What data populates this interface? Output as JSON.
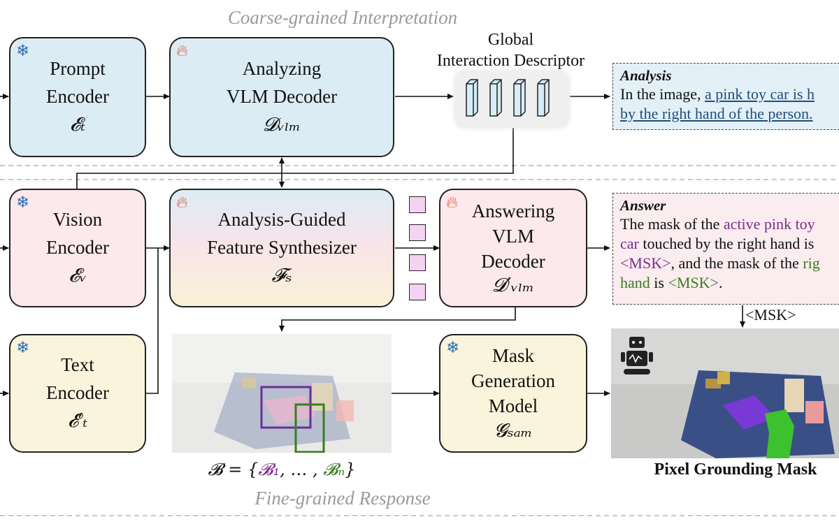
{
  "sections": {
    "coarse_title": "Coarse-grained Interpretation",
    "fine_title": "Fine-grained Response"
  },
  "modules": {
    "prompt_encoder": {
      "lines": [
        "Prompt",
        "Encoder"
      ],
      "symbol": "𝓔ₜ",
      "state": "frozen",
      "icon": "snowflake-icon"
    },
    "analyzing_decoder": {
      "lines": [
        "Analyzing",
        "VLM Decoder"
      ],
      "symbol": "𝓓ᵥₗₘ",
      "state": "trainable",
      "icon": "fire-icon"
    },
    "vision_encoder": {
      "lines": [
        "Vision",
        "Encoder"
      ],
      "symbol": "𝓔ᵥ",
      "state": "frozen",
      "icon": "snowflake-icon"
    },
    "feature_synth": {
      "lines": [
        "Analysis-Guided",
        "Feature Synthesizer"
      ],
      "symbol": "𝓕ₛ",
      "state": "trainable",
      "icon": "fire-icon"
    },
    "answering_decoder": {
      "lines": [
        "Answering",
        "VLM",
        "Decoder"
      ],
      "symbol": "𝓓′ᵥₗₘ",
      "state": "trainable",
      "icon": "fire-icon"
    },
    "text_encoder": {
      "lines": [
        "Text",
        "Encoder"
      ],
      "symbol": "𝓔′ₜ",
      "state": "frozen",
      "icon": "snowflake-icon"
    },
    "mask_model": {
      "lines": [
        "Mask",
        "Generation",
        "Model"
      ],
      "symbol": "𝓖ₛₐₘ",
      "state": "frozen",
      "icon": "snowflake-icon"
    }
  },
  "descriptor": {
    "lines": [
      "Global",
      "Interaction Descriptor"
    ]
  },
  "analysis": {
    "heading": "Analysis",
    "prefix": "In the image, ",
    "highlight_1": "a pink toy car is h",
    "highlight_2": "by the right hand of the person."
  },
  "answer": {
    "heading": "Answer",
    "l1_a": "The mask of the ",
    "l1_b": "active pink toy",
    "l2_a": "car",
    "l2_b": " touched by the right hand is",
    "l3_a": "<MSK>",
    "l3_b": ", and the mask of the ",
    "l3_c": "rig",
    "l4_a": "hand",
    "l4_b": " is ",
    "l4_c": "<MSK>",
    "l4_d": "."
  },
  "msk_label": "<MSK>",
  "bbox_formula": {
    "lhs": "𝓑 = {",
    "b1": "𝓑₁",
    "mid": ", … , ",
    "bn": "𝓑ₙ",
    "rhs": "}"
  },
  "output_caption": "Pixel Grounding Mask",
  "colors": {
    "purple": "#7b2d8e",
    "green": "#3a7d1e",
    "link": "#1f4e79",
    "blue_fill": "#dcecf5",
    "pink_fill": "#fbe9ec",
    "yellow_fill": "#fbf4dc"
  }
}
